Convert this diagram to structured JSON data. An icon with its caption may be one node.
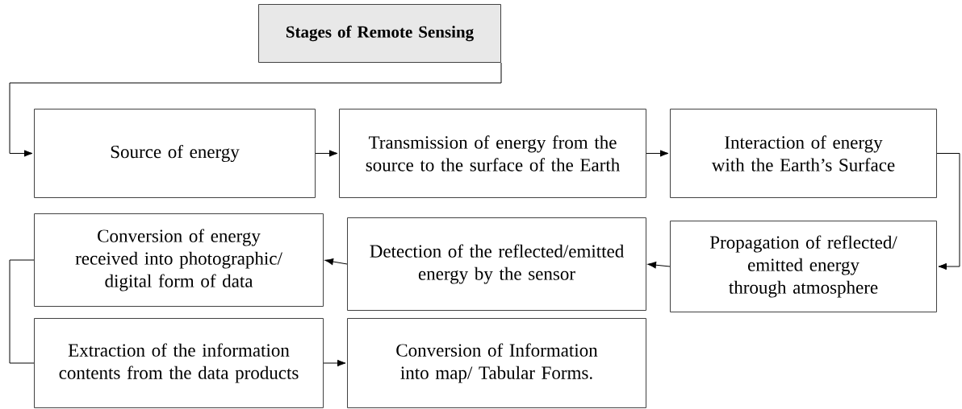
{
  "diagram": {
    "nodes": [
      {
        "text": [
          "Source of energy"
        ]
      },
      {
        "text": [
          "Transmission of energy from the source to the surface of the Earth"
        ]
      },
      {
        "text": [
          "Interaction of energy with the Earth’s Surface"
        ]
      },
      {
        "text": [
          "Conversion of energy received into photographic/ digital form of data"
        ]
      },
      {
        "text": [
          "Detection of the reflected/emitted energy by the sensor"
        ]
      },
      {
        "text": [
          "Propagation of reflected/ emitted energy through atmosphere"
        ]
      },
      {
        "text": [
          "Extraction of the information contents from the data products"
        ]
      },
      {
        "text": [
          "Conversion of Information into map/ Tabular Forms."
        ]
      },
      {
        "text": [
          "Stages of Remote Sensing"
        ]
      }
    ],
    "edges": [
      {
        "from": 8,
        "to": 0,
        "arrow": "to"
      },
      {
        "from": 0,
        "to": 1,
        "arrow": "to"
      },
      {
        "from": 1,
        "to": 2,
        "arrow": "to"
      },
      {
        "from": 2,
        "to": 5,
        "arrow": "to"
      },
      {
        "from": 5,
        "to": 4,
        "arrow": "to"
      },
      {
        "from": 4,
        "to": 3,
        "arrow": "to"
      },
      {
        "from": 3,
        "to": 6,
        "arrow": "none"
      },
      {
        "from": 6,
        "to": 7,
        "arrow": "to"
      }
    ]
  }
}
